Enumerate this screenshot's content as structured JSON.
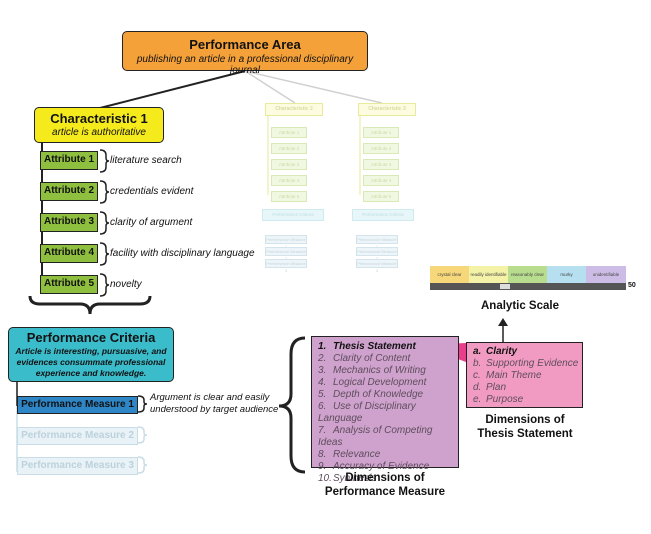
{
  "performance_area": {
    "title": "Performance Area",
    "subtitle": "publishing an article in a professional disciplinary journal"
  },
  "characteristic_1": {
    "title": "Characteristic 1",
    "subtitle": "article is authoritative"
  },
  "attributes": [
    {
      "label": "Attribute 1",
      "text": "literature search"
    },
    {
      "label": "Attribute 2",
      "text": "credentials evident"
    },
    {
      "label": "Attribute 3",
      "text": "clarity of argument"
    },
    {
      "label": "Attribute 4",
      "text": "facility with disciplinary language"
    },
    {
      "label": "Attribute 5",
      "text": "novelty"
    }
  ],
  "faded": {
    "characteristic_2": "Characteristic 2",
    "characteristic_3": "Characteristic 3",
    "attribute_labels": [
      "Attribute 1",
      "Attribute 2",
      "Attribute 3",
      "Attribute 4",
      "Attribute 5"
    ],
    "performance_criteria": "Performance Criteria",
    "performance_measures": [
      "Performance Measure 1",
      "Performance Measure 2",
      "Performance Measure 3"
    ]
  },
  "performance_criteria": {
    "title": "Performance Criteria",
    "subtitle": "Article is interesting, pursuasive, and evidences consummate professional experience and knowledge."
  },
  "performance_measures": [
    "Performance Measure 1",
    "Performance Measure 2",
    "Performance Measure 3"
  ],
  "performance_measure_1_text": "Argument is clear and easily understood by target audience",
  "dimensions_of_performance_measure": {
    "caption": "Dimensions of Performance Measure",
    "items": [
      {
        "num": "1.",
        "text": "Thesis Statement"
      },
      {
        "num": "2.",
        "text": "Clarity of Content"
      },
      {
        "num": "3.",
        "text": "Mechanics of Writing"
      },
      {
        "num": "4.",
        "text": "Logical Development"
      },
      {
        "num": "5.",
        "text": "Depth of Knowledge"
      },
      {
        "num": "6.",
        "text": "Use of Disciplinary Language"
      },
      {
        "num": "7.",
        "text": "Analysis of Competing Ideas"
      },
      {
        "num": "8.",
        "text": "Relevance"
      },
      {
        "num": "9.",
        "text": "Accuracy of Evidence"
      },
      {
        "num": "10.",
        "text": "Synthesis"
      }
    ]
  },
  "dimensions_of_thesis_statement": {
    "caption": "Dimensions of Thesis Statement",
    "items": [
      {
        "num": "a.",
        "text": "Clarity"
      },
      {
        "num": "b.",
        "text": "Supporting Evidence"
      },
      {
        "num": "c.",
        "text": "Main Theme"
      },
      {
        "num": "d.",
        "text": "Plan"
      },
      {
        "num": "e.",
        "text": "Purpose"
      }
    ]
  },
  "analytic_scale": {
    "caption": "Analytic Scale",
    "levels": [
      {
        "label": "crystal clear",
        "color": "#f6d77a"
      },
      {
        "label": "readily identifiable",
        "color": "#f3f2a6"
      },
      {
        "label": "reasonably clear",
        "color": "#b8dd8e"
      },
      {
        "label": "murky",
        "color": "#b6dff0"
      },
      {
        "label": "unidentifiable",
        "color": "#cdbde6"
      }
    ],
    "value": "50"
  },
  "colors": {
    "performance_area": "#f4a13a",
    "characteristic": "#f5ea1c",
    "attribute": "#8fbf3f",
    "performance_criteria": "#3bbccb",
    "performance_measure": "#2e86c7",
    "dimensions_pm": "#cfa2cd",
    "dimensions_ts": "#f29bc2"
  }
}
